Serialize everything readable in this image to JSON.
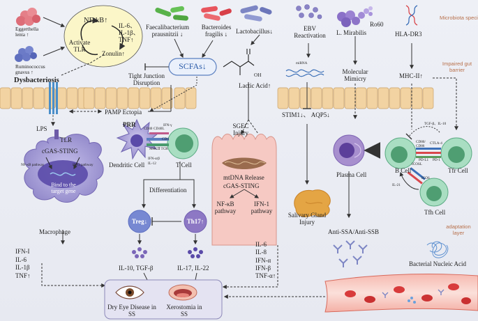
{
  "layers": {
    "microbiota": "Microbiota species",
    "gut_barrier": "Impaired gut barrier",
    "adaptation": "adaptation layer"
  },
  "dysbiosis": {
    "label": "Dysbacteriosis",
    "eggerthella": "Eggerthella lenta ↑",
    "ruminococcus": "Ruminococcus gnavus ↑",
    "nfkb": "NF-kB↑",
    "cytokines": "IL-6、 IL-1β、 TNF↑",
    "activate_tlr": "Activate TLR",
    "zonulin": "Zonulin↑",
    "tight_junction": "Tight Junction Disruption"
  },
  "bacteria": {
    "faecalibacterium": "Faecalibacterium prausnitzii ↓",
    "bacteroides": "Bacteroides fragilis ↓",
    "lactobacillus": "Lactobacillus↓",
    "scfa": "SCFAs↓",
    "lactic_acid": "Lactic Acid↑",
    "oh": "OH"
  },
  "viral": {
    "ebv": "EBV Reactivation",
    "mirna": "miRNA",
    "stim": "STIM1↓、 AQP5↓",
    "mirabilis": "L. Mirabilis",
    "ro60": "Ro60",
    "molecular_mimicry": "Molecular Mimicry",
    "hla": "HLA-DR3",
    "mhc": "MHC-II↑"
  },
  "immune": {
    "lps": "LPS",
    "tlr": "TLR",
    "pamp": "PAMP Ectopia",
    "cgas": "cGAS-STING",
    "nfkb_pathway": "NF-κB pathway",
    "irf3_pathway": "IRF3 pathway",
    "bind": "Bind to the target gene",
    "macrophage": "Macrophage",
    "prr": "PRR",
    "dendritic": "Dendritic Cell",
    "tcell": "T Cell",
    "ifn_y": "IFN-γ",
    "cd40": "CD40",
    "cd40l": "CD40L",
    "cd4": "CD4",
    "mhc_tcr": "MHCⅡ TCR",
    "ifn_ab": "IFN-α/β",
    "il12": "IL-12",
    "differentiation": "Differentiation",
    "treg": "Treg↓",
    "th17": "Th17↑",
    "treg_cyto": "IL-10, TGF-β",
    "th17_cyto": "IL-17, IL-22",
    "mac_cytokines": [
      "IFN-I",
      "IL-6",
      "IL-1β",
      "TNF↑"
    ]
  },
  "sgec": {
    "injury": "SGEC Injury",
    "mtdna": "mtDNA Release",
    "cgas": "cGAS-STING",
    "nfkb": "NF-κB pathway",
    "ifn1": "IFN-1 pathway",
    "salivary": "Salivary Gland Injury",
    "cytokines": [
      "IL-6",
      "IL-8",
      "IFN-α",
      "IFN-β",
      "TNF-α↑"
    ]
  },
  "bcells": {
    "plasma": "Plasma Cell",
    "bcell": "B Cell",
    "tfr": "Tfr Cell",
    "tfh": "Tfh Cell",
    "tgf": "TGF-β、IL-10",
    "cd80": "CD80/ CD86",
    "ctla4": "CTLA-4",
    "pdl1": "PD-L1",
    "pd1": "PD-1",
    "icosl": "ICOSL",
    "icos": "ICOS",
    "il21": "IL-21",
    "antibodies": "Anti-SSA/Anti-SSB",
    "nucleic": "Bacterial Nucleic Acid"
  },
  "outcomes": {
    "dry_eye": "Dry Eye Disease in SS",
    "xerostomia": "Xerostomia in SS"
  },
  "colors": {
    "tlr_box": "#fbf6c8",
    "macrophage": "#8f86c8",
    "treg": "#7788d2",
    "th17": "#8d78c4",
    "plasma": "#a78fce",
    "sgec_box": "#f6c9c3",
    "vessel": "#d83b3b",
    "layer_text": "#b8714c"
  }
}
